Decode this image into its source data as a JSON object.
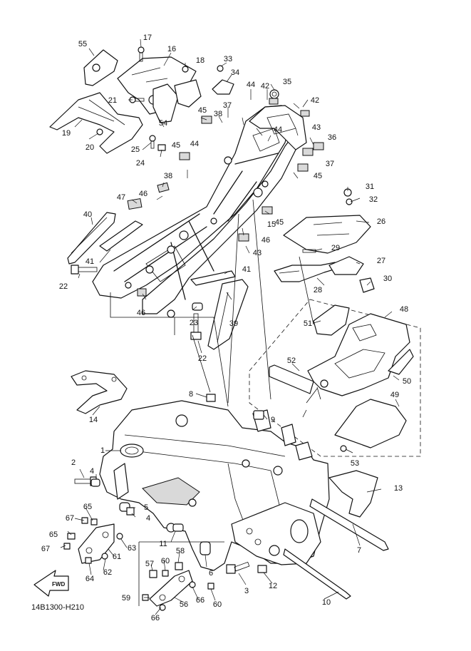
{
  "diagram_code": "14B1300-H210",
  "fwd_label": "FWD",
  "callouts": [
    {
      "id": "c1",
      "text": "1"
    },
    {
      "id": "c2",
      "text": "2"
    },
    {
      "id": "c3",
      "text": "3"
    },
    {
      "id": "c4a",
      "text": "4"
    },
    {
      "id": "c4b",
      "text": "4"
    },
    {
      "id": "c5",
      "text": "5"
    },
    {
      "id": "c6",
      "text": "6"
    },
    {
      "id": "c7",
      "text": "7"
    },
    {
      "id": "c8",
      "text": "8"
    },
    {
      "id": "c9",
      "text": "9"
    },
    {
      "id": "c10",
      "text": "10"
    },
    {
      "id": "c11",
      "text": "11"
    },
    {
      "id": "c12",
      "text": "12"
    },
    {
      "id": "c13",
      "text": "13"
    },
    {
      "id": "c14",
      "text": "14"
    },
    {
      "id": "c15",
      "text": "15"
    },
    {
      "id": "c16",
      "text": "16"
    },
    {
      "id": "c17",
      "text": "17"
    },
    {
      "id": "c18",
      "text": "18"
    },
    {
      "id": "c19",
      "text": "19"
    },
    {
      "id": "c20",
      "text": "20"
    },
    {
      "id": "c21",
      "text": "21"
    },
    {
      "id": "c22a",
      "text": "22"
    },
    {
      "id": "c22b",
      "text": "22"
    },
    {
      "id": "c23",
      "text": "23"
    },
    {
      "id": "c24",
      "text": "24"
    },
    {
      "id": "c25",
      "text": "25"
    },
    {
      "id": "c26",
      "text": "26"
    },
    {
      "id": "c27",
      "text": "27"
    },
    {
      "id": "c28",
      "text": "28"
    },
    {
      "id": "c29",
      "text": "29"
    },
    {
      "id": "c30",
      "text": "30"
    },
    {
      "id": "c31",
      "text": "31"
    },
    {
      "id": "c32",
      "text": "32"
    },
    {
      "id": "c33",
      "text": "33"
    },
    {
      "id": "c34",
      "text": "34"
    },
    {
      "id": "c35",
      "text": "35"
    },
    {
      "id": "c36",
      "text": "36"
    },
    {
      "id": "c37a",
      "text": "37"
    },
    {
      "id": "c37b",
      "text": "37"
    },
    {
      "id": "c38a",
      "text": "38"
    },
    {
      "id": "c38b",
      "text": "38"
    },
    {
      "id": "c39",
      "text": "39"
    },
    {
      "id": "c40",
      "text": "40"
    },
    {
      "id": "c41a",
      "text": "41"
    },
    {
      "id": "c41b",
      "text": "41"
    },
    {
      "id": "c42a",
      "text": "42"
    },
    {
      "id": "c42b",
      "text": "42"
    },
    {
      "id": "c43a",
      "text": "43"
    },
    {
      "id": "c43b",
      "text": "43"
    },
    {
      "id": "c44a",
      "text": "44"
    },
    {
      "id": "c44b",
      "text": "44"
    },
    {
      "id": "c44c",
      "text": "44"
    },
    {
      "id": "c45a",
      "text": "45"
    },
    {
      "id": "c45b",
      "text": "45"
    },
    {
      "id": "c45c",
      "text": "45"
    },
    {
      "id": "c45d",
      "text": "45"
    },
    {
      "id": "c46a",
      "text": "46"
    },
    {
      "id": "c46b",
      "text": "46"
    },
    {
      "id": "c46c",
      "text": "46"
    },
    {
      "id": "c47",
      "text": "47"
    },
    {
      "id": "c48",
      "text": "48"
    },
    {
      "id": "c49",
      "text": "49"
    },
    {
      "id": "c50",
      "text": "50"
    },
    {
      "id": "c51",
      "text": "51"
    },
    {
      "id": "c52",
      "text": "52"
    },
    {
      "id": "c53",
      "text": "53"
    },
    {
      "id": "c54",
      "text": "54"
    },
    {
      "id": "c55",
      "text": "55"
    },
    {
      "id": "c56",
      "text": "56"
    },
    {
      "id": "c57",
      "text": "57"
    },
    {
      "id": "c58",
      "text": "58"
    },
    {
      "id": "c59",
      "text": "59"
    },
    {
      "id": "c60a",
      "text": "60"
    },
    {
      "id": "c60b",
      "text": "60"
    },
    {
      "id": "c61",
      "text": "61"
    },
    {
      "id": "c62",
      "text": "62"
    },
    {
      "id": "c63",
      "text": "63"
    },
    {
      "id": "c64",
      "text": "64"
    },
    {
      "id": "c65a",
      "text": "65"
    },
    {
      "id": "c65b",
      "text": "65"
    },
    {
      "id": "c66a",
      "text": "66"
    },
    {
      "id": "c66b",
      "text": "66"
    },
    {
      "id": "c67a",
      "text": "67"
    },
    {
      "id": "c67b",
      "text": "67"
    }
  ]
}
